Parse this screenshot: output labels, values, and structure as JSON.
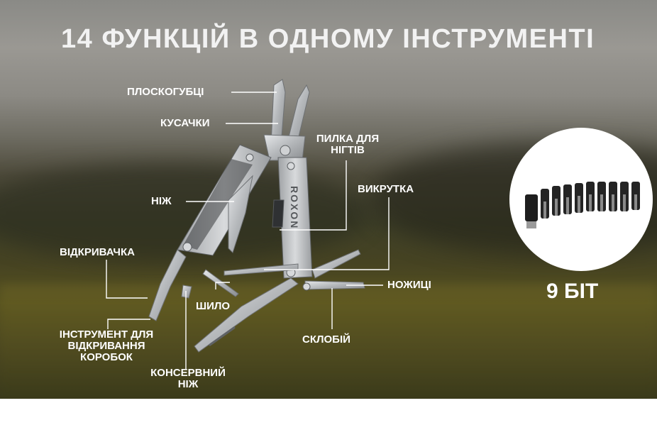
{
  "headline": "14 ФУНКЦІЙ В ОДНОМУ ІНСТРУМЕНТІ",
  "brand": "ROXON",
  "labels": {
    "pliers": "ПЛОСКОГУБЦІ",
    "cutters": "КУСАЧКИ",
    "nail_file": "ПИЛКА ДЛЯ НІГТІВ",
    "knife": "НІЖ",
    "screwdriver": "ВИКРУТКА",
    "bottle_opener": "ВІДКРИВАЧКА",
    "scissors": "НОЖИЦІ",
    "awl": "ШИЛО",
    "glass_breaker": "СКЛОБІЙ",
    "box_opener": "ІНСТРУМЕНТ ДЛЯ ВІДКРИВАННЯ КОРОБОК",
    "can_opener": "КОНСЕРВНИЙ НІЖ"
  },
  "bits_caption": "9 БІТ",
  "colors": {
    "text": "#ffffff",
    "line": "#ffffff",
    "steel": "#b9bcbf"
  }
}
